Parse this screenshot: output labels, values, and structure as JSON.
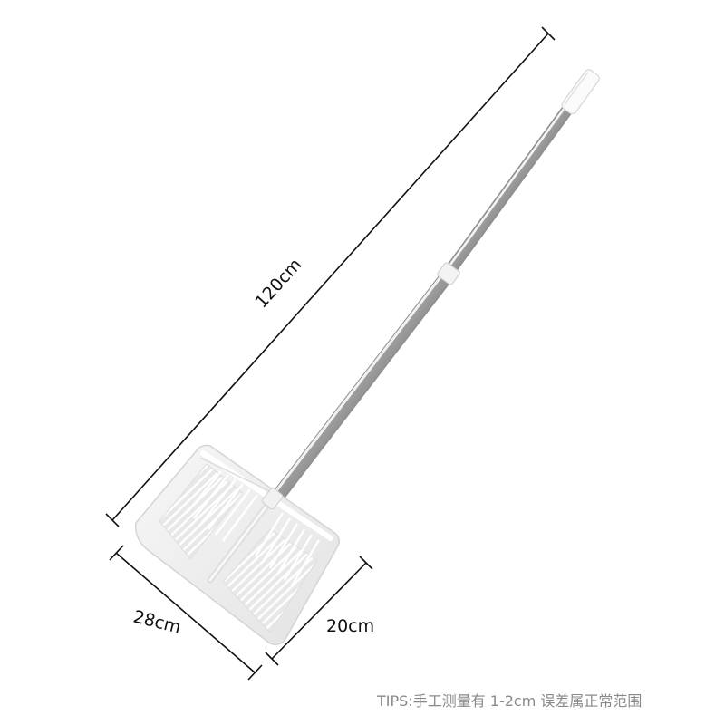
{
  "product": {
    "name": "pet-litter-scoop-with-long-handle",
    "colors": {
      "scoop_body": "#eeeeee",
      "scoop_edge": "#d4d4d4",
      "handle_metal": "#b8b8b8",
      "handle_highlight": "#f4f4f4",
      "handle_shadow": "#6e6e6e",
      "dimension_line": "#111111"
    }
  },
  "dimensions": {
    "length_label": "120cm",
    "width_label": "28cm",
    "depth_label": "20cm"
  },
  "footer": {
    "tips": "TIPS:手工测量有 1-2cm 误差属正常范围"
  }
}
